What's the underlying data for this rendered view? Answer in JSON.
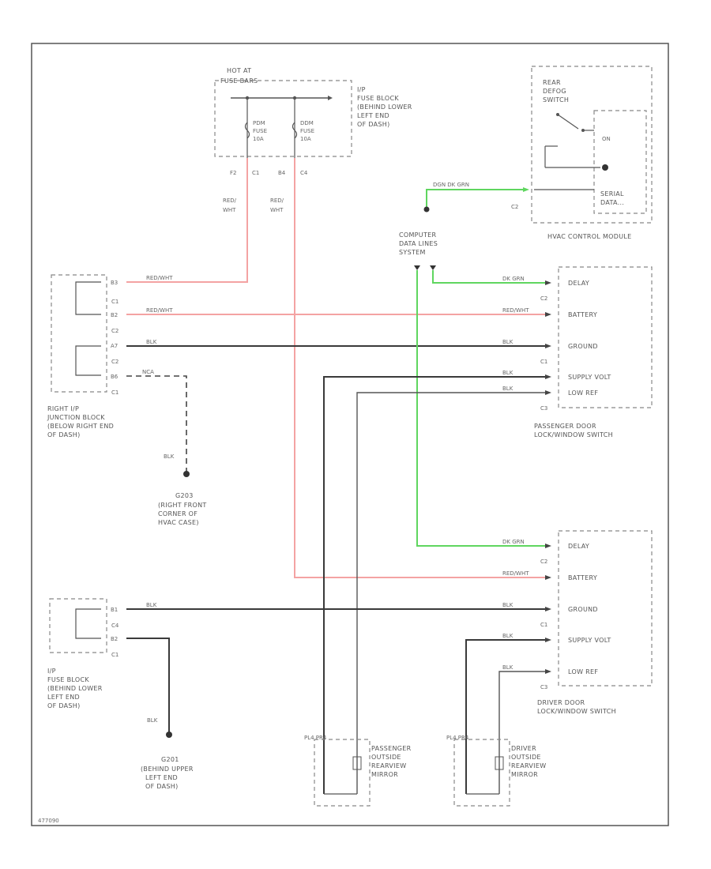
{
  "fuse_block_top": {
    "hot_at": "HOT AT",
    "fuse_bars": "FUSE BARS",
    "fuse_a_name": "PDM",
    "fuse_a_label": "FUSE",
    "fuse_a_rating": "10A",
    "fuse_b_name": "DDM",
    "fuse_b_label": "FUSE",
    "fuse_b_rating": "10A",
    "caption": [
      "I/P",
      "FUSE BLOCK",
      "(BEHIND LOWER",
      "LEFT END",
      "OF DASH)"
    ],
    "pin_a_conn": "F2",
    "pin_a_num": "C1",
    "pin_b_conn": "B4",
    "pin_b_num": "C4",
    "wire_a": [
      "RED/",
      "WHT"
    ],
    "wire_b": [
      "RED/",
      "WHT"
    ]
  },
  "hvac": {
    "rear_defog_switch": [
      "REAR",
      "DEFOG",
      "SWITCH"
    ],
    "on_label": "ON",
    "serial_data": [
      "SERIAL",
      "DATA..."
    ],
    "connector": "C2",
    "wire_label": "DGN  DK GRN",
    "caption": "HVAC CONTROL MODULE"
  },
  "computer_data_lines": [
    "COMPUTER",
    "DATA LINES",
    "SYSTEM"
  ],
  "junction_block": {
    "pins": [
      {
        "pin": "B3",
        "conn": "C1"
      },
      {
        "pin": "B2",
        "conn": "C2"
      },
      {
        "pin": "A7",
        "conn": "C2"
      },
      {
        "pin": "B6",
        "conn": "C1"
      }
    ],
    "caption": [
      "RIGHT I/P",
      "JUNCTION BLOCK",
      "(BELOW RIGHT END",
      "OF DASH)"
    ],
    "ground_wire": "BLK",
    "ground_name": "G203",
    "ground_desc": [
      "(RIGHT FRONT",
      "CORNER OF",
      "HVAC CASE)"
    ],
    "pin_b6_wire": "NCA"
  },
  "passenger_switch": {
    "rows": [
      {
        "label": "DELAY",
        "wire": "DK GRN",
        "conn": "C2"
      },
      {
        "label": "BATTERY",
        "wire": "RED/WHT",
        "conn": ""
      },
      {
        "label": "GROUND",
        "wire": "BLK",
        "conn": "C1"
      },
      {
        "label": "SUPPLY VOLT",
        "wire": "BLK",
        "conn": ""
      },
      {
        "label": "LOW REF",
        "wire": "BLK",
        "conn": "C3"
      }
    ],
    "left_wires": [
      "RED/WHT",
      "RED/WHT",
      "BLK"
    ],
    "caption": [
      "PASSENGER DOOR",
      "LOCK/WINDOW SWITCH"
    ]
  },
  "driver_switch": {
    "rows": [
      {
        "label": "DELAY",
        "wire": "DK GRN",
        "conn": "C2"
      },
      {
        "label": "BATTERY",
        "wire": "RED/WHT",
        "conn": ""
      },
      {
        "label": "GROUND",
        "wire": "BLK",
        "conn": "C1"
      },
      {
        "label": "SUPPLY VOLT",
        "wire": "BLK",
        "conn": ""
      },
      {
        "label": "LOW REF",
        "wire": "BLK",
        "conn": "C3"
      }
    ],
    "caption": [
      "DRIVER DOOR",
      "LOCK/WINDOW SWITCH"
    ]
  },
  "ip_fuse_block_bottom": {
    "pins": [
      {
        "pin": "B1",
        "conn": "C4"
      },
      {
        "pin": "B2",
        "conn": "C1"
      }
    ],
    "wire": "BLK",
    "caption": [
      "I/P",
      "FUSE BLOCK",
      "(BEHIND LOWER",
      "LEFT END",
      "OF DASH)"
    ],
    "ground_wire": "BLK",
    "ground_name": "G201",
    "ground_desc": [
      "(BEHIND UPPER",
      "LEFT END",
      "OF DASH)"
    ]
  },
  "passenger_mirror": {
    "pins": "PL4  PR4",
    "caption": [
      "PASSENGER",
      "OUTSIDE",
      "REARVIEW",
      "MIRROR"
    ]
  },
  "driver_mirror": {
    "pins": "PL4  PR4",
    "caption": [
      "DRIVER",
      "OUTSIDE",
      "REARVIEW",
      "MIRROR"
    ]
  },
  "footer_code": "477090",
  "colors": {
    "red_wire": "#f4a3a3",
    "green_wire": "#5fd65f",
    "black_wire": "#3a3a3a",
    "box_dash": "#888888"
  }
}
